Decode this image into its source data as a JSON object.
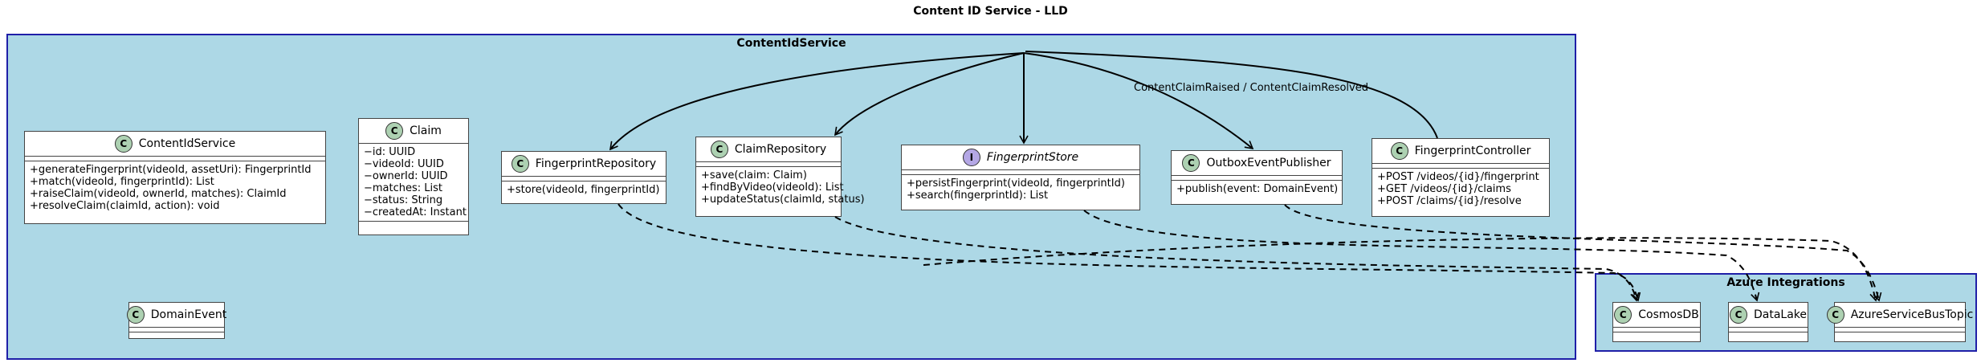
{
  "title": "Content ID Service - LLD",
  "packages": {
    "content": {
      "name": "ContentIdService"
    },
    "azure": {
      "name": "Azure Integrations"
    }
  },
  "classes": {
    "contentIdService": {
      "name": "ContentIdService",
      "stereotype": "C",
      "attributes": [],
      "methods": [
        "+generateFingerprint(videoId, assetUri): FingerprintId",
        "+match(videoId, fingerprintId): List",
        "+raiseClaim(videoId, ownerId, matches): ClaimId",
        "+resolveClaim(claimId, action): void"
      ]
    },
    "claim": {
      "name": "Claim",
      "stereotype": "C",
      "attributes": [
        "−id: UUID",
        "−videoId: UUID",
        "−ownerId: UUID",
        "−matches: List",
        "−status: String",
        "−createdAt: Instant"
      ],
      "methods": []
    },
    "fingerprintRepository": {
      "name": "FingerprintRepository",
      "stereotype": "C",
      "attributes": [],
      "methods": [
        "+store(videoId, fingerprintId)"
      ]
    },
    "claimRepository": {
      "name": "ClaimRepository",
      "stereotype": "C",
      "attributes": [],
      "methods": [
        "+save(claim: Claim)",
        "+findByVideo(videoId): List",
        "+updateStatus(claimId, status)"
      ]
    },
    "fingerprintStore": {
      "name": "FingerprintStore",
      "stereotype": "I",
      "attributes": [],
      "methods": [
        "+persistFingerprint(videoId, fingerprintId)",
        "+search(fingerprintId): List"
      ]
    },
    "outboxEventPublisher": {
      "name": "OutboxEventPublisher",
      "stereotype": "C",
      "attributes": [],
      "methods": [
        "+publish(event: DomainEvent)"
      ]
    },
    "fingerprintController": {
      "name": "FingerprintController",
      "stereotype": "C",
      "attributes": [],
      "methods": [
        "+POST /videos/{id}/fingerprint",
        "+GET /videos/{id}/claims",
        "+POST /claims/{id}/resolve"
      ]
    },
    "domainEvent": {
      "name": "DomainEvent",
      "stereotype": "C",
      "attributes": [],
      "methods": []
    },
    "cosmosDb": {
      "name": "CosmosDB",
      "stereotype": "C",
      "attributes": [],
      "methods": []
    },
    "dataLake": {
      "name": "DataLake",
      "stereotype": "C",
      "attributes": [],
      "methods": []
    },
    "azureServiceBusTopic": {
      "name": "AzureServiceBusTopic",
      "stereotype": "C",
      "attributes": [],
      "methods": []
    }
  },
  "edge_labels": {
    "outbox": "ContentClaimRaised / ContentClaimResolved"
  },
  "colors": {
    "package_fill": "#ADD8E6",
    "package_border": "#1f1fa8",
    "class_badge": "#ADD1B2",
    "interface_badge": "#B4A7E5"
  }
}
